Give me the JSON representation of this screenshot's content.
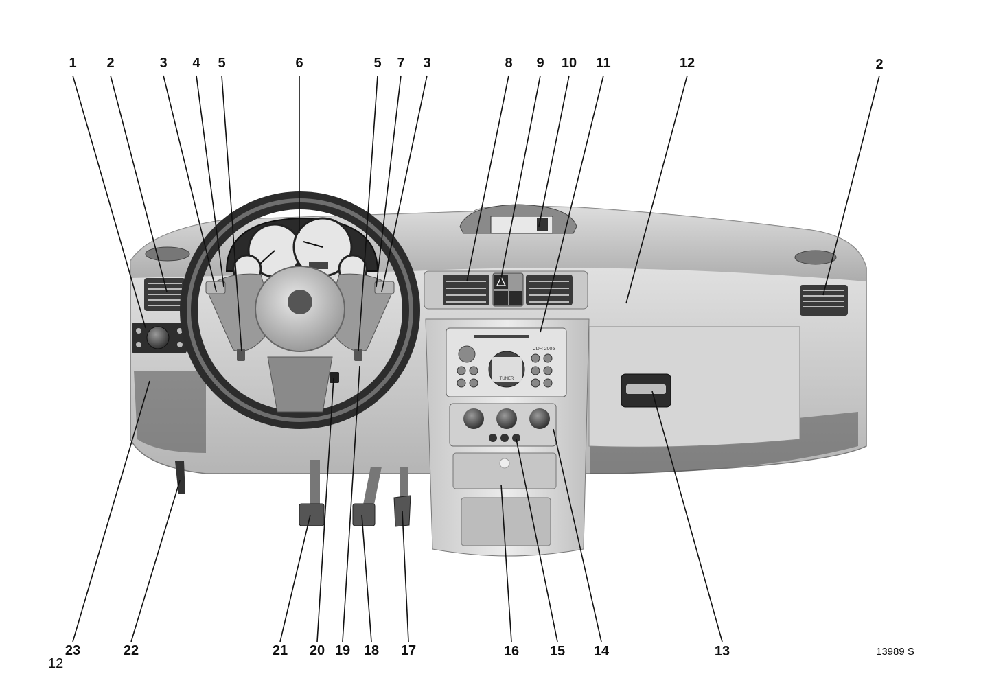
{
  "figure": {
    "description_labels": {
      "radio_model": "CDR 2005",
      "radio_brand": "TUNER"
    },
    "callouts_top": [
      "1",
      "2",
      "3",
      "4",
      "5",
      "6",
      "5",
      "7",
      "3",
      "8",
      "9",
      "10",
      "11",
      "12",
      "2"
    ],
    "callouts_bottom": [
      "23",
      "22",
      "21",
      "20",
      "19",
      "18",
      "17",
      "16",
      "15",
      "14",
      "13"
    ],
    "colors": {
      "ink": "#111111",
      "paper": "#ffffff"
    }
  },
  "footer": {
    "page_number": "12",
    "figure_code": "13989 S"
  }
}
